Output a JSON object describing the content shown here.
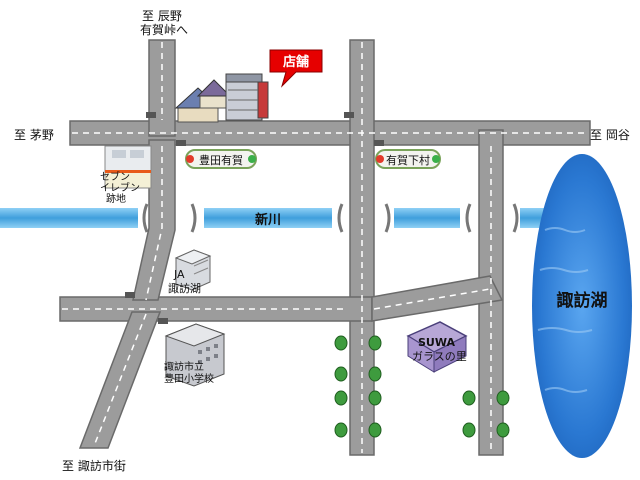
{
  "destinations": {
    "north": "至 辰野",
    "north2": "有賀峠へ",
    "west": "至 茅野",
    "east": "至 岡谷",
    "southwest": "至 諏訪市街"
  },
  "shop_label": "店舗",
  "intersections": {
    "toyoda_aruga": "豊田有賀",
    "aruga_shimomura": "有賀下村"
  },
  "river_label": "新川",
  "lake_label": "諏訪湖",
  "landmarks": {
    "seven_line1": "セブン",
    "seven_line2": "イレブン",
    "seven_line3": "跡地",
    "ja_line1": "JA",
    "ja_line2": "諏訪湖",
    "school_line1": "諏訪市立",
    "school_line2": "豊田小学校",
    "suwa_line1": "SUWA",
    "suwa_line2": "ガラスの里"
  },
  "colors": {
    "road": "#9c9c9c",
    "road_edge": "#6a6a6a",
    "river": "#5fb3e6",
    "lake": "#2f7fd6",
    "callout": "#e60000",
    "signal_label_bg": "#f3f3ef"
  }
}
